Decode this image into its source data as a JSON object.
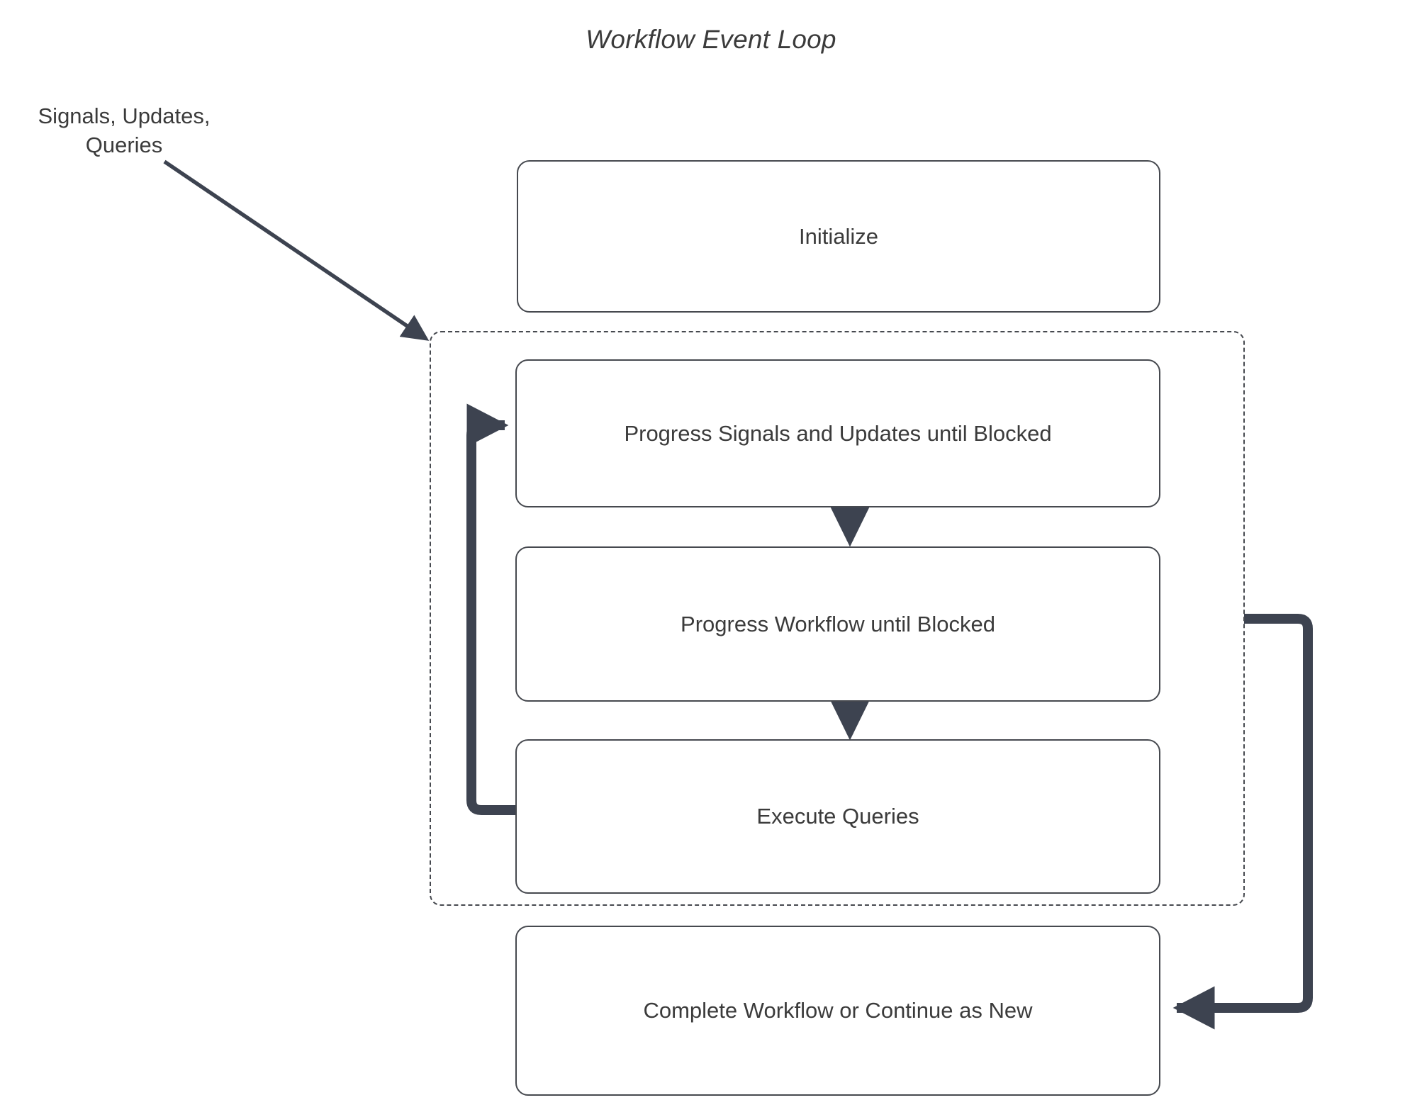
{
  "diagram": {
    "title": "Workflow Event Loop",
    "external_label": "Signals, Updates, Queries",
    "colors": {
      "stroke": "#46494f",
      "thick_edge": "#3d4350",
      "text": "#3b3b3b",
      "background": "#ffffff"
    },
    "nodes": [
      {
        "id": "initialize",
        "label": "Initialize"
      },
      {
        "id": "progress_signals",
        "label": "Progress Signals and Updates until Blocked"
      },
      {
        "id": "progress_workflow",
        "label": "Progress Workflow until Blocked"
      },
      {
        "id": "execute_queries",
        "label": "Execute Queries"
      },
      {
        "id": "complete",
        "label": "Complete Workflow or Continue as New"
      }
    ],
    "group": {
      "id": "event_loop_group",
      "style": "dashed",
      "contains": [
        "progress_signals",
        "progress_workflow",
        "execute_queries"
      ]
    },
    "edges": [
      {
        "id": "signals-to-loop",
        "from": "Signals, Updates, Queries",
        "to": "event_loop_group",
        "style": "thin-diagonal"
      },
      {
        "id": "signals-to-workflow",
        "from": "progress_signals",
        "to": "progress_workflow",
        "style": "thin-vertical"
      },
      {
        "id": "workflow-to-queries",
        "from": "progress_workflow",
        "to": "execute_queries",
        "style": "thin-vertical"
      },
      {
        "id": "queries-back-to-signals",
        "from": "execute_queries",
        "to": "progress_signals",
        "style": "thick-loopback"
      },
      {
        "id": "loop-to-complete",
        "from": "event_loop_group",
        "to": "complete",
        "style": "thick-exit"
      }
    ]
  }
}
